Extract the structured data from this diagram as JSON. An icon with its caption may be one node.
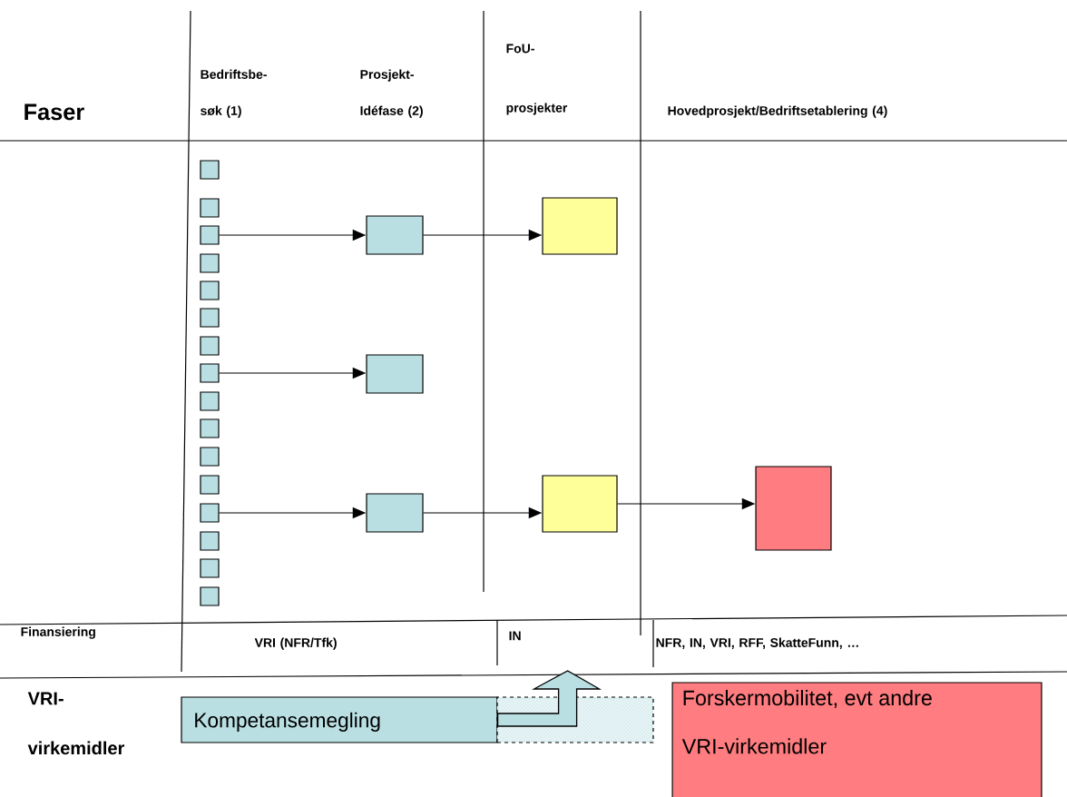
{
  "diagram": {
    "nodes": [
      {
        "text": [],
        "shape": "box"
      },
      {
        "text": [],
        "shape": "box"
      },
      {
        "text": [],
        "shape": "box"
      },
      {
        "text": [],
        "shape": "box"
      },
      {
        "text": [],
        "shape": "box"
      },
      {
        "text": [],
        "shape": "box"
      },
      {
        "text": [],
        "shape": "box"
      },
      {
        "text": [],
        "shape": "box"
      },
      {
        "text": [],
        "shape": "box"
      },
      {
        "text": [],
        "shape": "box"
      },
      {
        "text": [],
        "shape": "box"
      },
      {
        "text": [],
        "shape": "box"
      },
      {
        "text": [],
        "shape": "box"
      },
      {
        "text": [],
        "shape": "box"
      },
      {
        "text": [],
        "shape": "box"
      },
      {
        "text": [],
        "shape": "box"
      },
      {
        "text": [],
        "shape": "box"
      },
      {
        "text": [],
        "shape": "box"
      },
      {
        "text": [],
        "shape": "box"
      },
      {
        "text": [],
        "shape": "box"
      },
      {
        "text": [],
        "shape": "box"
      },
      {
        "text": [],
        "shape": "box"
      },
      {
        "text": [
          "Kompetansemegling"
        ]
      },
      {
        "text": [],
        "shape": "box"
      },
      {
        "text": [
          "Forskermobilitet, evt andre VRI-virkemidler"
        ]
      }
    ],
    "edges": [
      {
        "from": 2,
        "to": 16,
        "arrow": "to"
      },
      {
        "from": 16,
        "to": 19,
        "arrow": "to"
      },
      {
        "from": 7,
        "to": 17,
        "arrow": "to"
      },
      {
        "from": 12,
        "to": 18,
        "arrow": "to"
      },
      {
        "from": 18,
        "to": 20,
        "arrow": "to"
      },
      {
        "from": 20,
        "to": 21,
        "arrow": "to"
      },
      {
        "from": 22,
        "to": null,
        "arrow": "to",
        "style": "thick",
        "color": "#b9dfe3"
      }
    ],
    "labels": [
      "Bedriftsbe- søk (1)",
      "Prosjekt- Idéfase (2)",
      "FoU- prosjekter",
      "Faser",
      "Hovedprosjekt/Bedriftsetablering (4)",
      "Finansiering",
      "VRI (NFR/Tfk)",
      "IN",
      "NFR, IN, VRI, RFF, SkatteFunn, …",
      "VRI- virkemidler"
    ]
  }
}
